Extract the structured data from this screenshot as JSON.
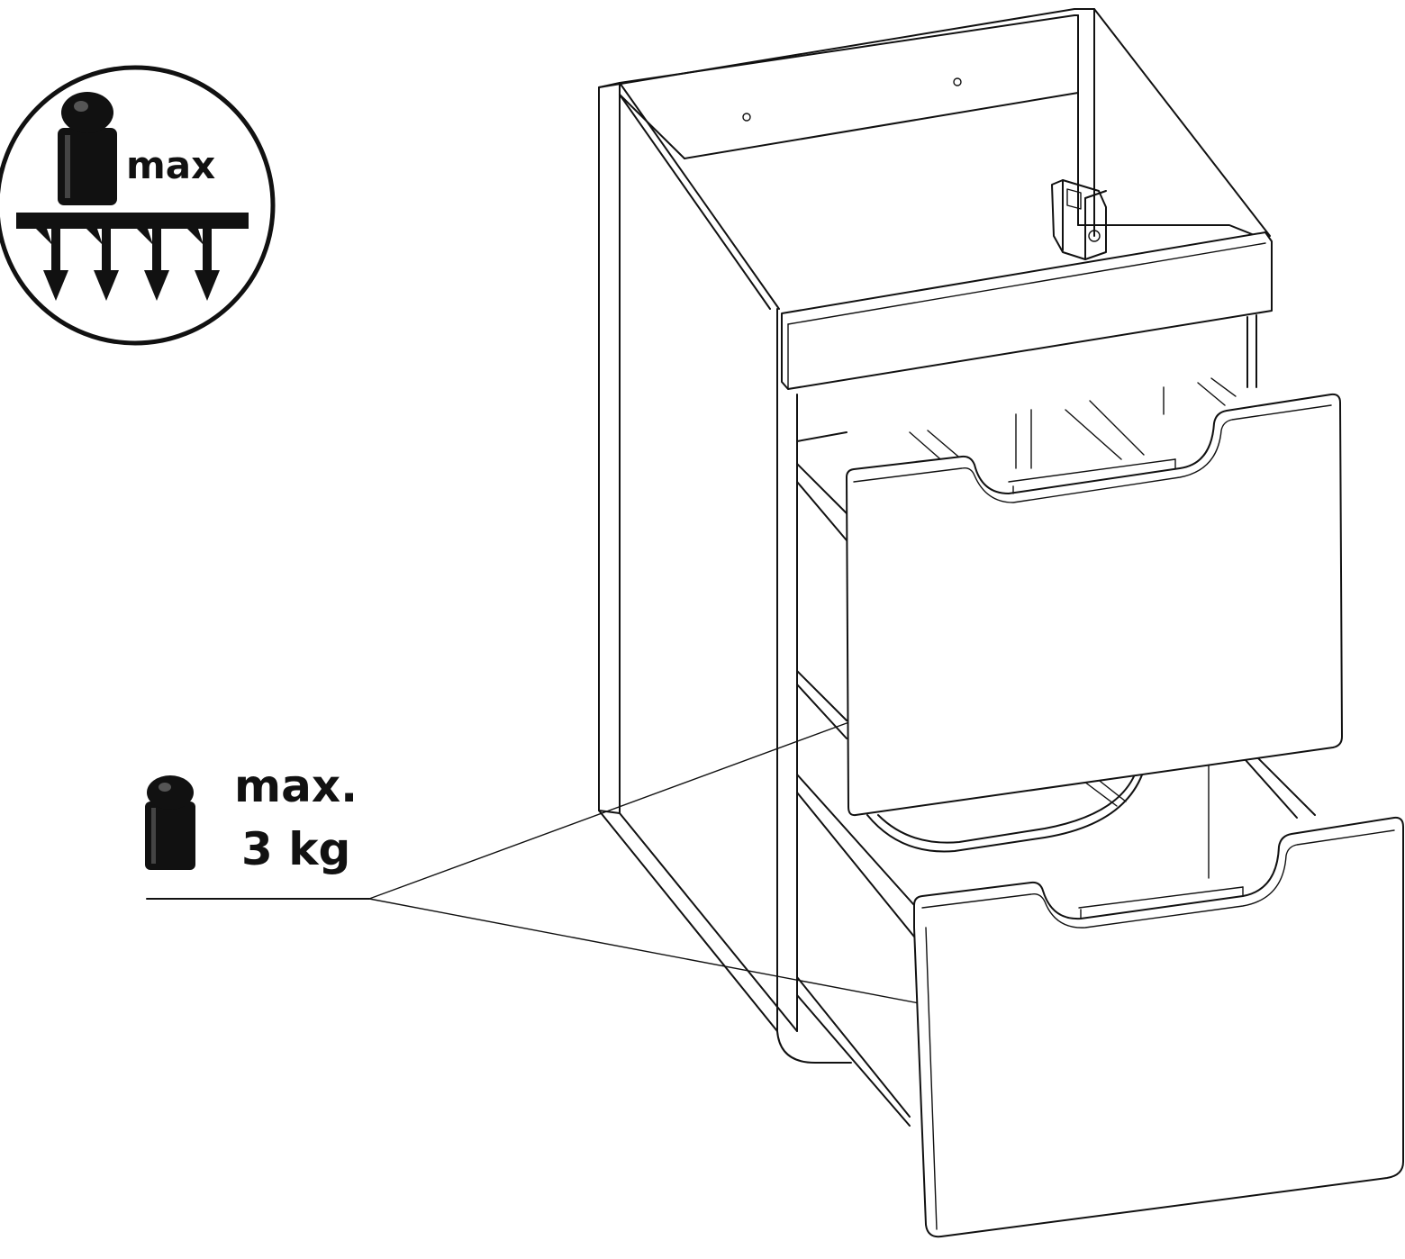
{
  "icon_badge": {
    "label": "max",
    "icon": "weight-load-icon"
  },
  "callout": {
    "line1": "max.",
    "line2": "3 kg",
    "icon": "weight-icon"
  },
  "colors": {
    "ink": "#111111",
    "background": "#ffffff"
  }
}
